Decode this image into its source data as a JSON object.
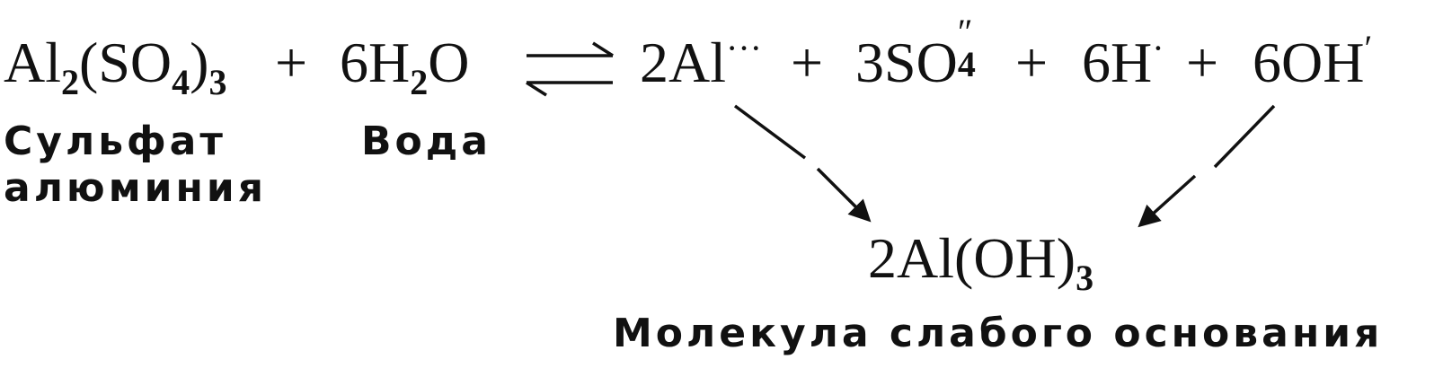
{
  "equation": {
    "left": {
      "reactant1": {
        "sym1": "Al",
        "sub1": "2",
        "sym2": "(SO",
        "sub2": "4",
        "sym3": ")",
        "sub3": "3"
      },
      "plus": "+",
      "reactant2": {
        "coef": "6H",
        "sub": "2",
        "sym": "O"
      }
    },
    "right": {
      "ion1": {
        "text": "2Al",
        "charge": "···"
      },
      "plus1": "+",
      "ion2": {
        "text": "3SO",
        "charge": "″",
        "sub": "4"
      },
      "plus2": "+",
      "ion3": {
        "text": "6H",
        "charge": "·"
      },
      "plus3": "+",
      "ion4": {
        "text": "6OH",
        "charge": "′"
      }
    },
    "product": {
      "text": "2Al(OH)",
      "sub": "3"
    }
  },
  "labels": {
    "reactant1_line1": "Сульфат",
    "reactant1_line2": "алюминия",
    "reactant2": "Вода",
    "product": "Молекула слабого основания"
  }
}
